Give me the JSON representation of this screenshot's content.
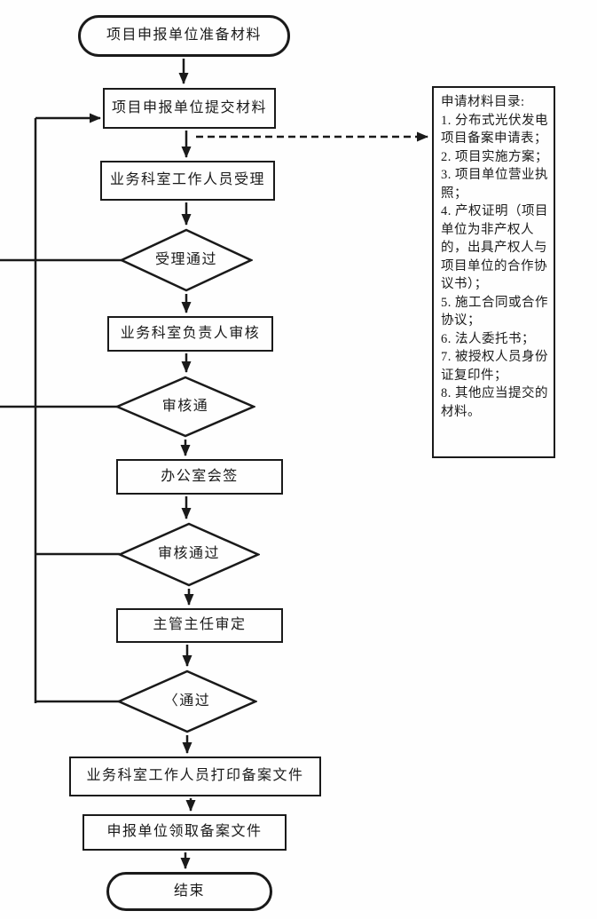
{
  "flowchart": {
    "nodes": {
      "start": {
        "type": "terminator",
        "label": "项目申报单位准备材料"
      },
      "submit": {
        "type": "process",
        "label": "项目申报单位提交材料"
      },
      "accept": {
        "type": "process",
        "label": "业务科室工作人员受理"
      },
      "d1": {
        "type": "decision",
        "label": "受理通过"
      },
      "review": {
        "type": "process",
        "label": "业务科室负责人审核"
      },
      "d2": {
        "type": "decision",
        "label": "审核通"
      },
      "countersign": {
        "type": "process",
        "label": "办公室会签"
      },
      "d3": {
        "type": "decision",
        "label": "审核通过"
      },
      "approve": {
        "type": "process",
        "label": "主管主任审定"
      },
      "d4": {
        "type": "decision",
        "label": "〈通过"
      },
      "print": {
        "type": "process",
        "label": "业务科室工作人员打印备案文件"
      },
      "receive": {
        "type": "process",
        "label": "申报单位领取备案文件"
      },
      "end": {
        "type": "terminator",
        "label": "结束"
      }
    },
    "panel": {
      "title": "申请材料目录:",
      "items": [
        "1. 分布式光伏发电项目备案申请表；",
        "2. 项目实施方案；",
        "3. 项目单位营业执照；",
        "4. 产权证明（项目单位为非产权人的，出具产权人与项目单位的合作协议书）；",
        "5. 施工合同或合作协议；",
        "6. 法人委托书；",
        "7. 被授权人员身份证复印件；",
        "8. 其他应当提交的材料。"
      ]
    },
    "colors": {
      "stroke": "#1a1a1a",
      "background": "#fefefe",
      "text": "#1a1a1a"
    }
  }
}
